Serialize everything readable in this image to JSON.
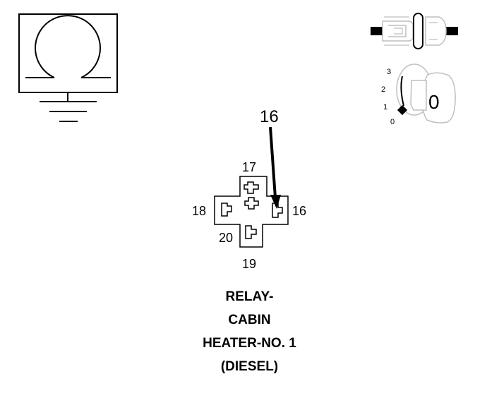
{
  "callout": {
    "pin": "16"
  },
  "connector": {
    "pins": {
      "top": "17",
      "left": "18",
      "right": "16",
      "bottom_left": "20",
      "bottom": "19"
    }
  },
  "ignition": {
    "positions": [
      "3",
      "2",
      "1",
      "0"
    ],
    "key_label": "0"
  },
  "title": {
    "lines": [
      "RELAY-",
      "CABIN",
      "HEATER-NO. 1",
      "(DIESEL)"
    ]
  },
  "icons": [
    "ground-omega-symbol-icon",
    "fuse-connector-icon",
    "ignition-key-icon",
    "relay-connector-icon"
  ]
}
